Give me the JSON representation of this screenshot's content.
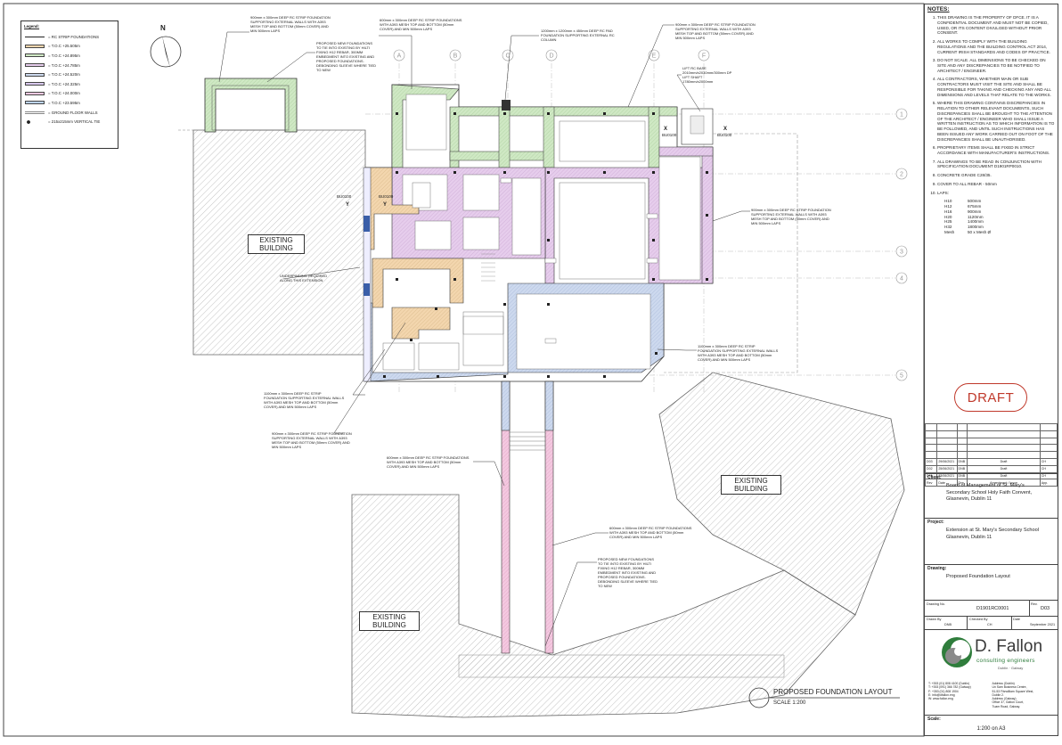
{
  "legend": {
    "title": "Legend:",
    "items": [
      {
        "label": "= RC STRIP FOUNDATIONS",
        "color": "#222222",
        "kind": "line"
      },
      {
        "label": "= T.O.C +25.505m",
        "color": "#f3d6ae",
        "kind": "fill"
      },
      {
        "label": "= T.O.C +24.895m",
        "color": "#cfe8c4",
        "kind": "fill"
      },
      {
        "label": "= T.O.C +24.785m",
        "color": "#e6cdec",
        "kind": "fill"
      },
      {
        "label": "= T.O.C +24.520m",
        "color": "#cdd9ee",
        "kind": "fill"
      },
      {
        "label": "= T.O.C +24.325m",
        "color": "#d8c8ec",
        "kind": "fill"
      },
      {
        "label": "= T.O.C +24.000m",
        "color": "#f4c8e0",
        "kind": "fill"
      },
      {
        "label": "= T.O.C +23.595m",
        "color": "#bcd3ee",
        "kind": "fill"
      },
      {
        "label": "= GROUND FLOOR WALLS",
        "color": "#888888",
        "kind": "double"
      },
      {
        "label": "= 215x215mm VERTICAL TIE",
        "color": "#222222",
        "kind": "dot"
      }
    ]
  },
  "north": "N",
  "existing_label": "EXISTING BUILDING",
  "existing_line1": "EXISTING",
  "existing_line2": "BUILDING",
  "grid_letters": [
    "A",
    "B",
    "C",
    "D",
    "E",
    "F"
  ],
  "grid_numbers": [
    "1",
    "2",
    "3",
    "4",
    "5"
  ],
  "section_marks": [
    "BU0100",
    "BU0100",
    "BU0100",
    "BU0100"
  ],
  "section_letters": [
    "Y",
    "Y",
    "X",
    "X"
  ],
  "annotations": {
    "a1": [
      "900mm x 300mm DEEP RC STRIP FOUNDATION",
      "SUPPORTING EXTERNAL WALLS WITH A393",
      "MESH TOP AND BOTTOM (50mm COVER) AND",
      "MIN 500mm LAPS"
    ],
    "a2": [
      "600mm x 300mm DEEP RC STRIP FOUNDATIONS",
      "WITH A393 MESH TOP AND BOTTOM (50mm",
      "COVER) AND MIN 500mm LAPS"
    ],
    "a3": [
      "1200mm x 1200mm x 450mm DEEP RC PAD",
      "FOUNDATION SUPPORTING EXTERNAL RC",
      "COLUMN"
    ],
    "a4": [
      "900mm x 300mm DEEP RC STRIP FOUNDATION",
      "SUPPORTING EXTERNAL WALLS WITH A393",
      "MESH TOP AND BOTTOM (50mm COVER) AND",
      "MIN 500mm LAPS"
    ],
    "a5": [
      "PROPOSED NEW FOUNDATIONS",
      "TO TIE INTO EXISTING BY HILTI",
      "FIXING H12 REBAR, 300MM",
      "EMBEDMENT INTO EXISTING AND",
      "PROPOSED FOUNDATIONS.",
      "DEBONDING SLEEVE WHERE TIED",
      "TO NEW"
    ],
    "a6": [
      "LIFT RC BASE",
      "2010mm/x2030mm/300mm DP",
      "LIFT SHAFT",
      "1780mm/x2000mm"
    ],
    "a7": [
      "900mm x 300mm DEEP RC STRIP FOUNDATION",
      "SUPPORTING EXTERNAL WALLS WITH A393",
      "MESH TOP AND BOTTOM (50mm COVER) AND",
      "MIN 500mm LAPS"
    ],
    "a8": [
      "UNDERPINNING REQUIRED",
      "ALONG THIS EXTENSION"
    ],
    "a9": [
      "1100mm x 300mm DEEP RC STRIP",
      "FOUNDATION SUPPORTING EXTERNAL WALLS",
      "WITH A393 MESH TOP AND BOTTOM (50mm",
      "COVER) AND MIN 500mm LAPS"
    ],
    "a10": [
      "1100mm x 300mm DEEP RC STRIP",
      "FOUNDATION SUPPORTING EXTERNAL WALLS",
      "WITH A393 MESH TOP AND BOTTOM (50mm",
      "COVER) AND MIN 500mm LAPS"
    ],
    "a11": [
      "900mm x 300mm DEEP RC STRIP FOUNDATION",
      "SUPPORTING EXTERNAL WALLS WITH A393",
      "MESH TOP AND BOTTOM (50mm COVER) AND",
      "MIN 500mm LAPS"
    ],
    "a12": [
      "600mm x 300mm DEEP RC STRIP FOUNDATIONS",
      "WITH A393 MESH TOP AND BOTTOM (50mm",
      "COVER) AND MIN 500mm LAPS"
    ],
    "a13": [
      "600mm x 300mm DEEP RC STRIP FOUNDATIONS",
      "WITH A393 MESH TOP AND BOTTOM (50mm",
      "COVER) AND MIN 500mm LAPS"
    ],
    "a14": [
      "PROPOSED NEW FOUNDATIONS",
      "TO TIE INTO EXISTING BY HILTI",
      "FIXING H12 REBAR, 300MM",
      "EMBEDMENT INTO EXISTING AND",
      "PROPOSED FOUNDATIONS.",
      "DEBONDING SLEEVE WHERE TIED",
      "TO NEW"
    ]
  },
  "plan_title": "PROPOSED FOUNDATION LAYOUT",
  "plan_scale": "SCALE 1:200",
  "notes": {
    "title": "NOTES:",
    "items": [
      "THIS DRAWING IS THE PROPERTY OF DFCE. IT IS A CONFIDENTIAL DOCUMENT AND MUST NOT BE COPIED, USED, OR ITS CONTENT DIVULGED WITHOUT PRIOR CONSENT.",
      "ALL WORKS TO COMPLY WITH THE BUILDING REGULATIONS AND THE BUILDING CONTROL ACT 2014, CURRENT IRISH STANDARDS AND CODES OF PRACTICE.",
      "DO NOT SCALE. ALL DIMENSIONS TO BE CHECKED ON SITE AND ANY DISCREPANCIES TO BE NOTIFIED TO ARCHITECT / ENGINEER.",
      "ALL CONTRACTORS, WHETHER MAIN OR SUB CONTRACTORS MUST VISIT THE SITE AND SHALL BE RESPONSIBLE FOR TAKING AND CHECKING ANY AND ALL DIMENSIONS AND LEVELS THAT RELATE TO THE WORKS.",
      "WHERE THIS DRAWING CONTAINS DISCREPANCIES IN RELATION TO OTHER RELEVANT DOCUMENTS, SUCH DISCREPANCIES SHALL BE BROUGHT TO THE ATTENTION OF THE ARCHITECT / ENGINEER WHO SHALL ISSUE A WRITTEN INSTRUCTION AS TO WHICH INFORMATION IS TO BE FOLLOWED, AND UNTIL SUCH INSTRUCTIONS HAS BEEN ISSUED ANY WORK CARRIED OUT ON FOOT OF THE DISCREPANCIES SHALL BE UNAUTHORISED.",
      "PROPRIETARY ITEMS SHALL BE FIXED IN STRICT ACCORDANCE WITH MANUFACTURER'S INSTRUCTIONS.",
      "ALL DRAWINGS TO BE READ IN CONJUNCTION WITH SPECIFICATION DOCUMENT D1901RP0010.",
      "CONCRETE GRADE C28/35.",
      "COVER TO ALL REBAR - 50mm",
      "LAPS:"
    ],
    "laps": [
      [
        "H10",
        "500mm"
      ],
      [
        "H12",
        "675mm"
      ],
      [
        "H16",
        "900mm"
      ],
      [
        "H20",
        "1120mm"
      ],
      [
        "H25",
        "1400mm"
      ],
      [
        "H32",
        "1800mm"
      ],
      [
        "Mesh",
        "50 x Mesh Ø"
      ]
    ]
  },
  "stamp": "DRAFT",
  "revisions": [
    [
      "D03",
      "29/06/2021",
      "DNB",
      "Draft",
      "CH"
    ],
    [
      "D02",
      "25/06/2021",
      "DNB",
      "Draft",
      "CH"
    ],
    [
      "D01",
      "23/06/2021",
      "DNB",
      "Draft",
      "CH"
    ]
  ],
  "rev_header": [
    "Rev",
    "Date",
    "Drw",
    "Amendment / Issue",
    "App."
  ],
  "client": {
    "label": "Client:",
    "lines": [
      "Board of Management of St. Mary's",
      "Secondary School Holy Faith Convent,",
      "Glasnevin, Dublin 11"
    ]
  },
  "project": {
    "label": "Project:",
    "lines": [
      "Extension at St. Mary's Secondary School",
      "Glasnevin, Dublin 11"
    ]
  },
  "drawing": {
    "label": "Drawing:",
    "lines": [
      "Proposed Foundation Layout"
    ]
  },
  "drawing_no_label": "Drawing No.",
  "drawing_no": "D1901RC0001",
  "rev_label": "Rev.",
  "rev": "D03",
  "drawn_by_label": "Drawn By",
  "drawn_by": "DNB",
  "checked_by_label": "Checked By",
  "checked_by": "CH",
  "date_label": "Date",
  "date": "September 2021",
  "company": {
    "name": "D. Fallon",
    "sub": "consulting engineers",
    "offices": "Dublin  ·  Galway",
    "brand": "#2f7d3c"
  },
  "contacts_left": [
    "T: +353 (01) 808 4100 (Dublin)",
    "T: +353 (091) 366 782 (Galway)",
    "F: +353 (01) 808 1904",
    "E: info@dfallon.eng",
    "W: www.fallon.eng"
  ],
  "contacts_right": [
    "Address (Dublin)",
    "Un Sam Business Centre,",
    "51-53 Fitzwilliam Square West,",
    "Dublin 2.",
    "",
    "Address (Galway)",
    "Office 37, Galton Court,",
    "Tuam Road, Galway."
  ],
  "scale_label": "Scale:",
  "scale_value": "1:200 on A3"
}
